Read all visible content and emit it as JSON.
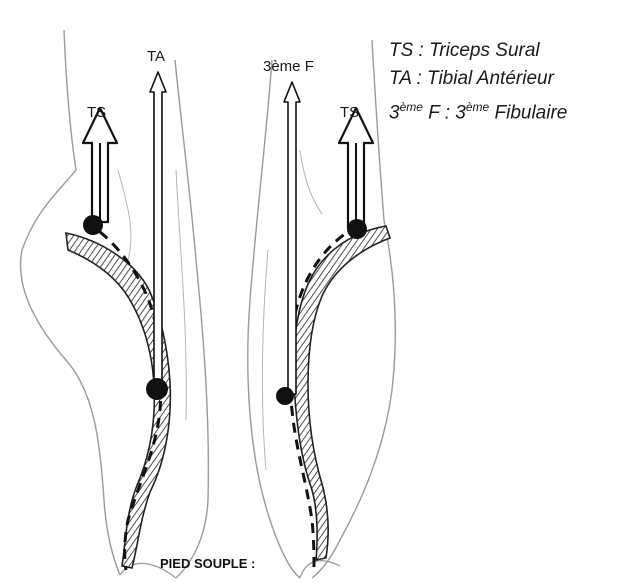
{
  "labels": {
    "ts_left": "TS",
    "ta": "TA",
    "third_f": "3ème F",
    "ts_right": "TS"
  },
  "legend": {
    "line1": "TS : Triceps Sural",
    "line2": "TA : Tibial Antérieur",
    "line3_base1": "3",
    "line3_sup1": "ème",
    "line3_mid": " F : 3",
    "line3_sup2": "ème",
    "line3_end": " Fibulaire"
  },
  "caption": "PIED SOUPLE :",
  "colors": {
    "ink": "#1a1a1a",
    "sketch": "#9a9a9a"
  }
}
